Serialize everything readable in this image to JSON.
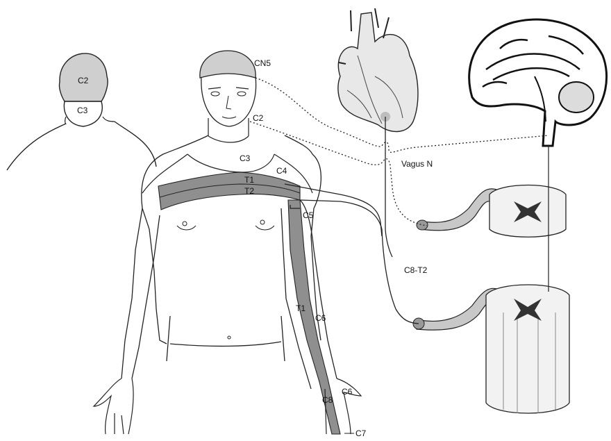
{
  "labels": {
    "back_head_c2": "C2",
    "back_neck_c3": "C3",
    "cn5": "CN5",
    "c2": "C2",
    "c3": "C3",
    "c4": "C4",
    "t1_chest": "T1",
    "t2_chest": "T2",
    "c5": "C5",
    "t1_arm": "T1",
    "c6_arm": "C6",
    "c6_hand": "C6",
    "c8": "C8",
    "c7": "C7",
    "vagus": "Vagus N",
    "c8_t2": "C8-T2"
  },
  "colors": {
    "dermatome_light": "#cfcfcf",
    "dermatome_dark": "#8f8f8f",
    "line": "#222222"
  }
}
